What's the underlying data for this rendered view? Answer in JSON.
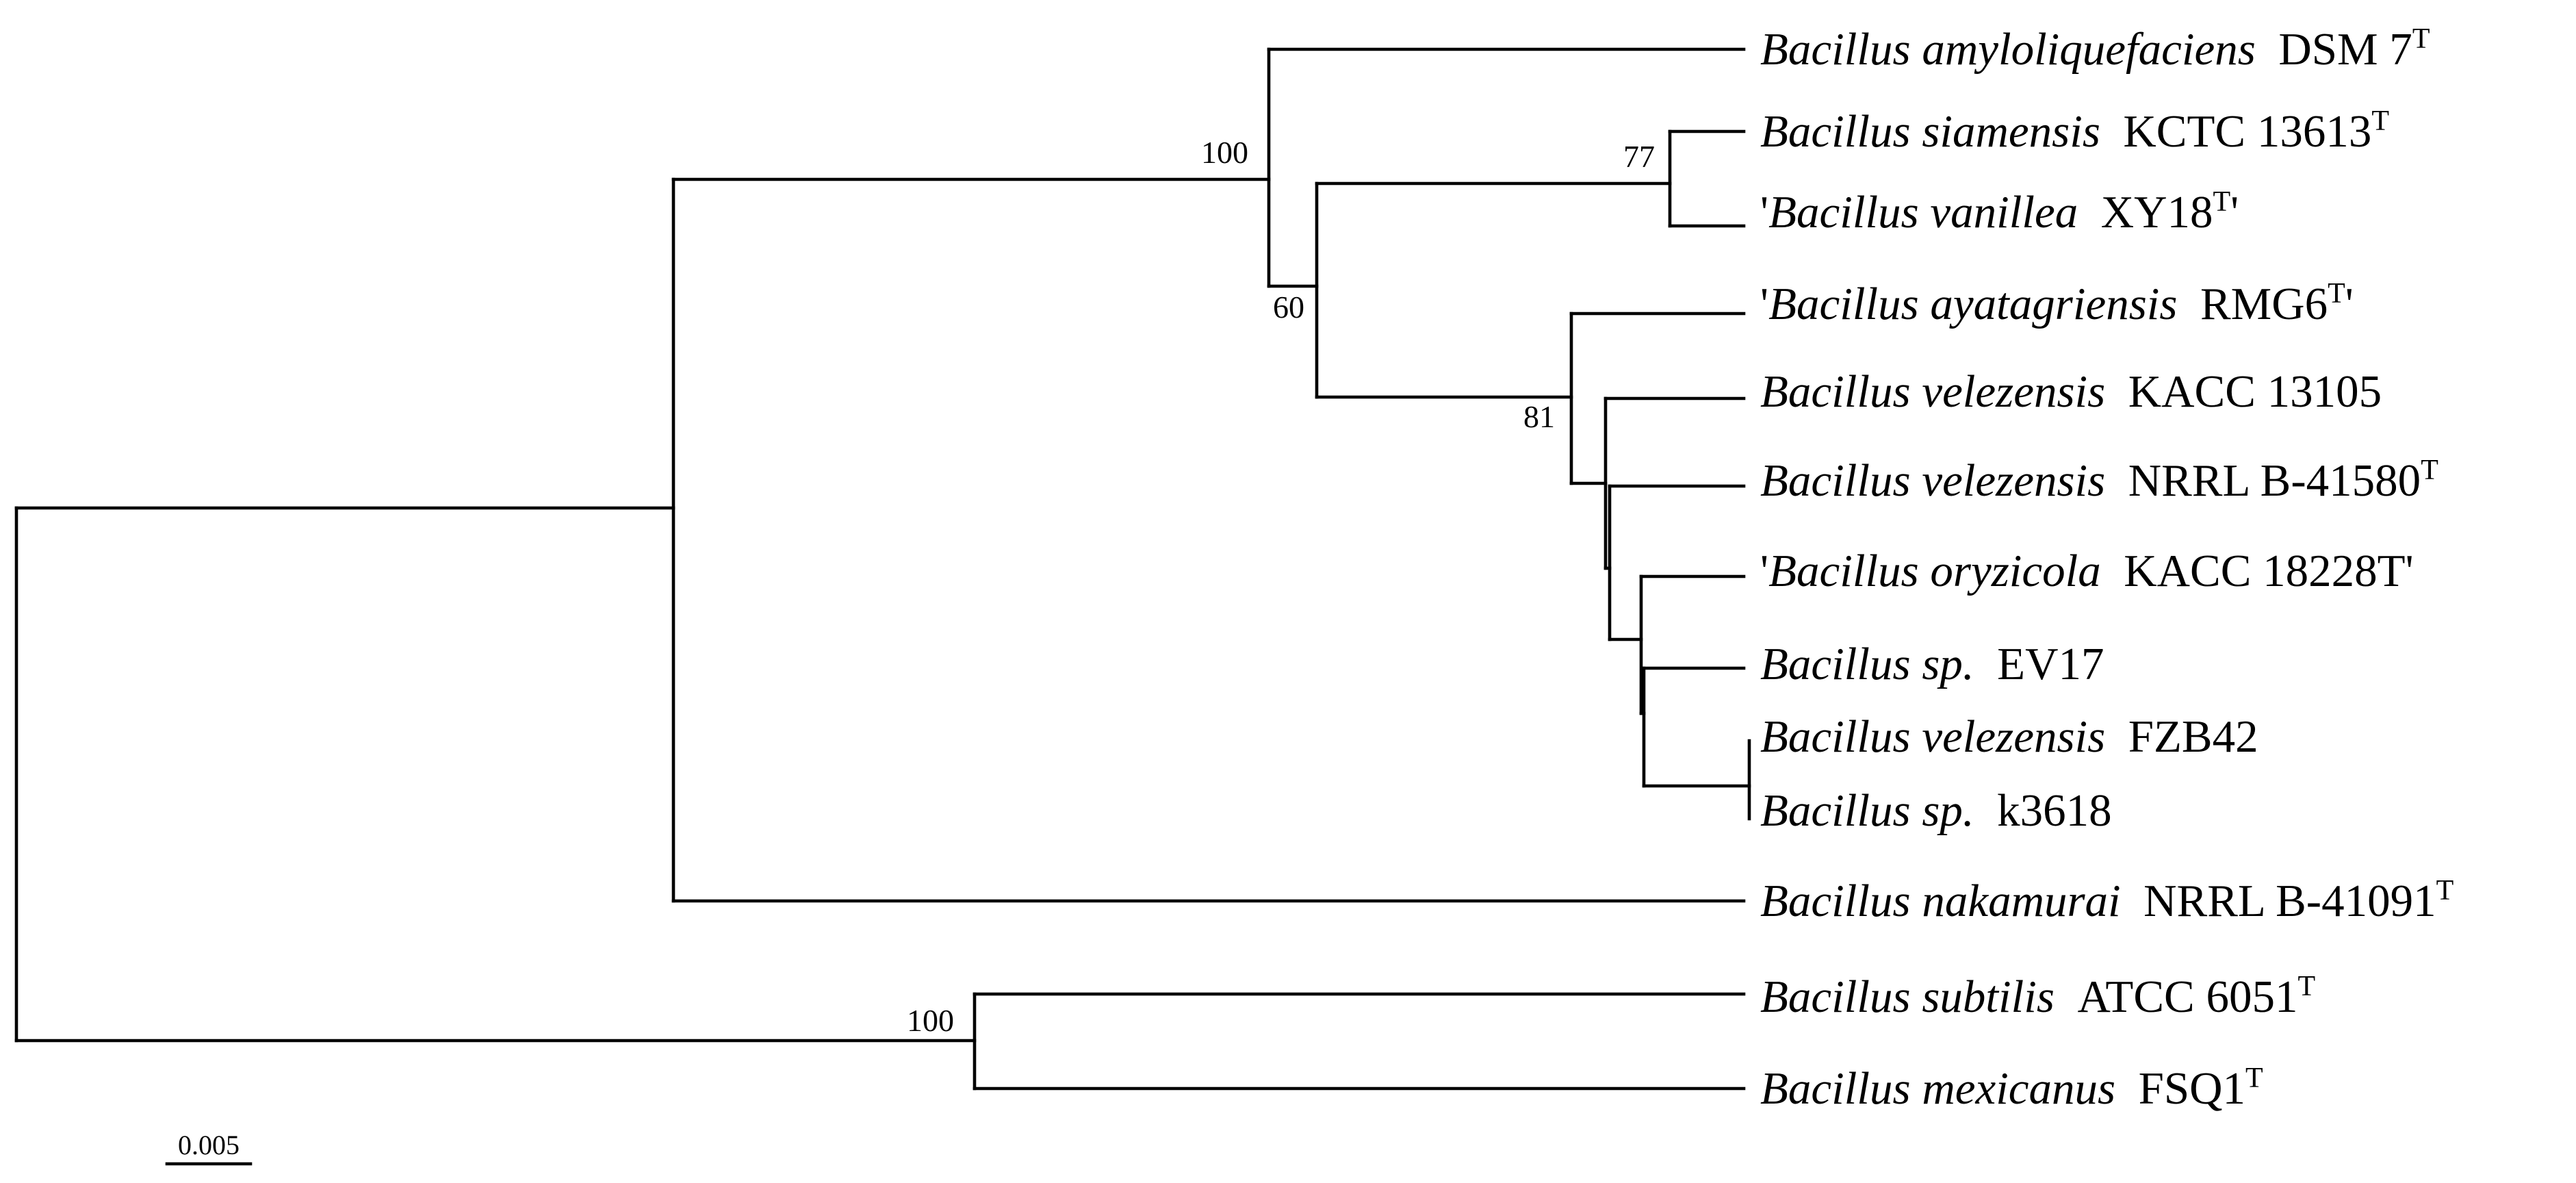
{
  "tree": {
    "taxa": [
      {
        "genus": "Bacillus amyloliquefaciens",
        "strain": "DSM 7",
        "sup": "T",
        "open_quote": "",
        "close_quote": ""
      },
      {
        "genus": "Bacillus siamensis",
        "strain": "KCTC 13613",
        "sup": "T",
        "open_quote": "",
        "close_quote": ""
      },
      {
        "genus": "Bacillus vanillea",
        "strain": "XY18",
        "sup": "T",
        "open_quote": "'",
        "close_quote": "'"
      },
      {
        "genus": "Bacillus ayatagriensis",
        "strain": "RMG6",
        "sup": "T",
        "open_quote": "'",
        "close_quote": "'"
      },
      {
        "genus": "Bacillus velezensis",
        "strain": "KACC 13105",
        "sup": "",
        "open_quote": "",
        "close_quote": ""
      },
      {
        "genus": "Bacillus velezensis",
        "strain": "NRRL B-41580",
        "sup": "T",
        "open_quote": "",
        "close_quote": ""
      },
      {
        "genus": "Bacillus oryzicola",
        "strain": "KACC 18228T",
        "sup": "",
        "open_quote": "'",
        "close_quote": "'"
      },
      {
        "genus": "Bacillus sp.",
        "strain": "EV17",
        "sup": "",
        "open_quote": "",
        "close_quote": ""
      },
      {
        "genus": "Bacillus velezensis",
        "strain": "FZB42",
        "sup": "",
        "open_quote": "",
        "close_quote": ""
      },
      {
        "genus": "Bacillus sp.",
        "strain": "k3618",
        "sup": "",
        "open_quote": "",
        "close_quote": ""
      },
      {
        "genus": "Bacillus nakamurai",
        "strain": "NRRL B-41091",
        "sup": "T",
        "open_quote": "",
        "close_quote": ""
      },
      {
        "genus": "Bacillus subtilis",
        "strain": "ATCC 6051",
        "sup": "T",
        "open_quote": "",
        "close_quote": ""
      },
      {
        "genus": "Bacillus mexicanus",
        "strain": "FSQ1",
        "sup": "T",
        "open_quote": "",
        "close_quote": ""
      }
    ],
    "bootstrap": {
      "amyloliquefaciens_clade": "100",
      "siamensis_vanillea": "77",
      "inner_clade": "60",
      "velezensis_clade": "81",
      "subtilis_mexicanus": "100"
    },
    "scale_bar": {
      "label": "0.005",
      "value": 0.005
    }
  }
}
